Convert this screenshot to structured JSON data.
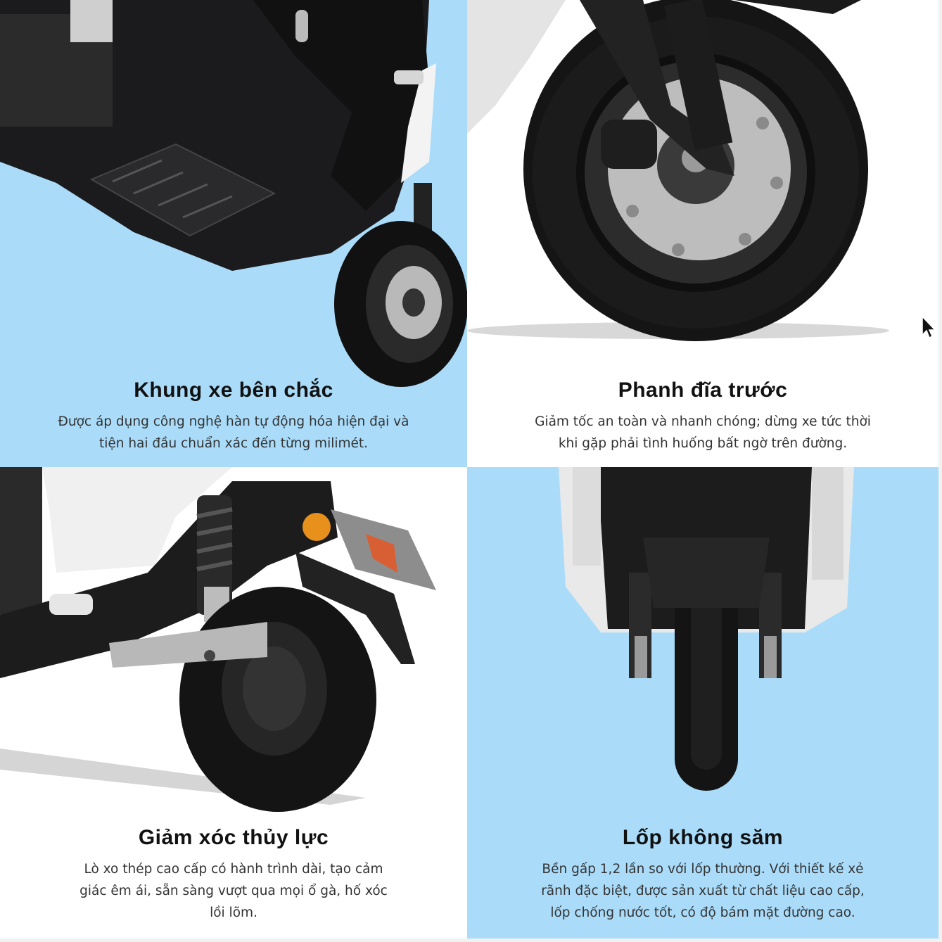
{
  "colors": {
    "tile_blue": "#aadcfa",
    "tile_white": "#ffffff",
    "text_dark": "#111111"
  },
  "features": [
    {
      "title": "Khung xe bên chắc",
      "description": "Được áp dụng công nghệ hàn tự động hóa hiện đại và tiện hai đầu chuẩn xác đến từng milimét.",
      "image": "scooter-frame-underside"
    },
    {
      "title": "Phanh đĩa trước",
      "description": "Giảm tốc an toàn và nhanh chóng; dừng xe tức thời khi gặp phải tình huống bất ngờ trên đường.",
      "image": "front-disc-brake-wheel"
    },
    {
      "title": "Giảm xóc thủy lực",
      "description": "Lò xo thép cao cấp có hành trình dài, tạo cảm giác êm ái, sẵn sàng vượt qua mọi ổ gà, hố xóc lồi lõm.",
      "image": "rear-hydraulic-shock"
    },
    {
      "title": "Lốp không săm",
      "description": "Bền gấp 1,2 lần so với lốp thường. Với thiết kế xẻ rãnh đặc biệt, được sản xuất từ chất liệu cao cấp, lốp chống nước tốt, có độ bám mặt đường cao.",
      "image": "tubeless-tire-front-view"
    }
  ]
}
